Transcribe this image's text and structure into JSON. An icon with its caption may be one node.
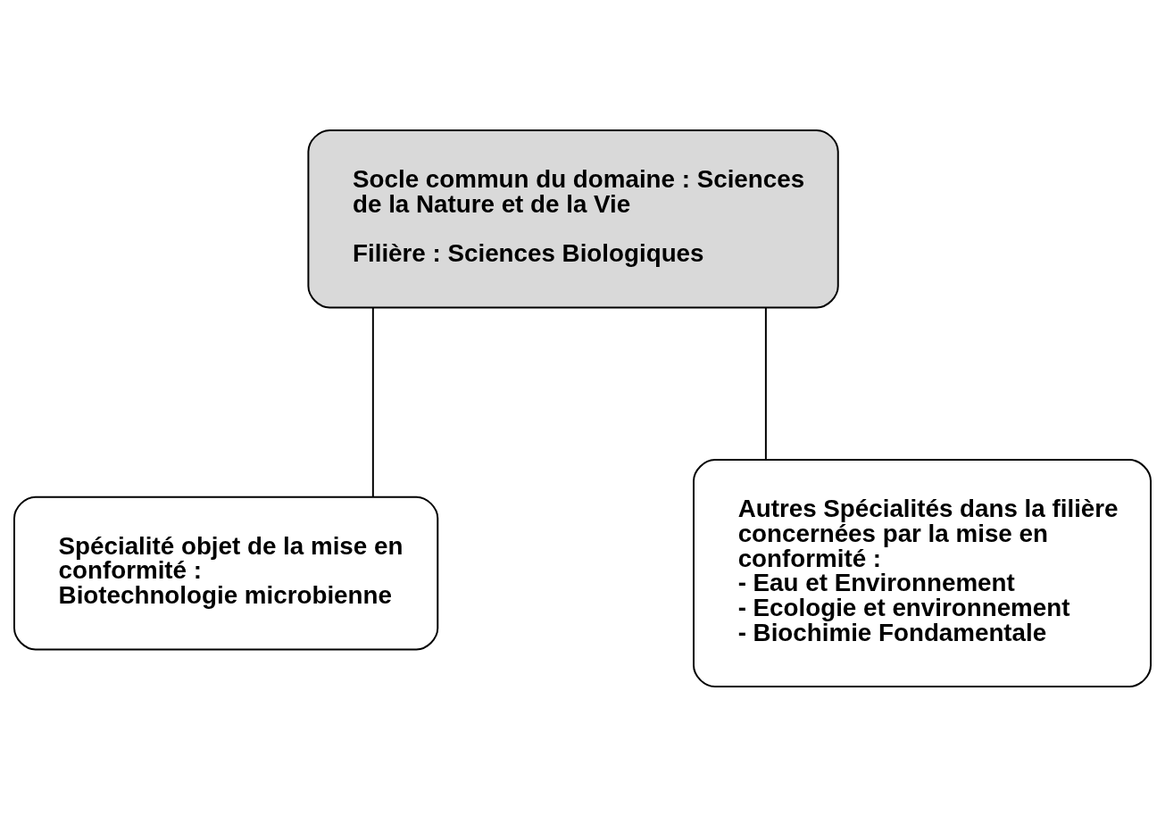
{
  "diagram": {
    "nodes": [
      {
        "text": [
          "Socle commun du domaine : Sciences de la Nature et de la Vie",
          "Filière : Sciences Biologiques"
        ]
      },
      {
        "text": [
          "Spécialité objet de la mise en conformité :",
          "Biotechnologie microbienne"
        ]
      },
      {
        "text": [
          "Autres Spécialités dans la filière concernées par la mise en conformité :",
          "- Eau et Environnement",
          "- Ecologie et environnement",
          "- Biochimie Fondamentale"
        ]
      }
    ],
    "edges": [
      {
        "from": 0,
        "to": 1,
        "arrow": "none"
      },
      {
        "from": 0,
        "to": 2,
        "arrow": "none"
      }
    ]
  }
}
